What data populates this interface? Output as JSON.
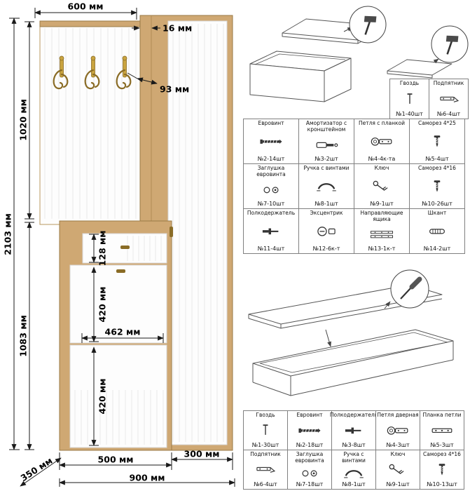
{
  "dimensions": {
    "top_width": "600 мм",
    "panel_thickness": "16 мм",
    "hook_offset": "93 мм",
    "total_height": "2103 мм",
    "upper_section_height": "1020 мм",
    "lower_section_height": "1083 мм",
    "drawer_height": "128 мм",
    "upper_door_height": "420 мм",
    "inner_width": "462 мм",
    "lower_door_height": "420 мм",
    "shoe_cabinet_width": "500 мм",
    "wardrobe_width": "300 мм",
    "total_width": "900 мм",
    "depth": "350 мм"
  },
  "colors": {
    "wood": "#cfa873",
    "wood_dark": "#9a7a45",
    "panel_white": "#fdfdfd",
    "brass": "#8a6c26",
    "table_border": "#808080"
  },
  "table1": {
    "rows": [
      [
        {
          "name": "Гвоздь",
          "count": "№1-40шт",
          "icon": "nail"
        },
        {
          "name": "Подпятник",
          "count": "№6-4шт",
          "icon": "footplate"
        }
      ],
      [
        {
          "name": "Евровинт",
          "count": "№2-14шт",
          "icon": "confirmat"
        },
        {
          "name": "Амортизатор с кронштейном",
          "count": "№3-2шт",
          "icon": "damper"
        },
        {
          "name": "Петля с планкой",
          "count": "№4-4к-та",
          "icon": "hinge"
        },
        {
          "name": "Саморез 4*25",
          "count": "№5-4шт",
          "icon": "screw"
        }
      ],
      [
        {
          "name": "Заглушка евровинта",
          "count": "№7-10шт",
          "icon": "cap"
        },
        {
          "name": "Ручка с винтами",
          "count": "№8-1шт",
          "icon": "handle"
        },
        {
          "name": "Ключ",
          "count": "№9-1шт",
          "icon": "key"
        },
        {
          "name": "Саморез 4*16",
          "count": "№10-26шт",
          "icon": "screw"
        }
      ],
      [
        {
          "name": "Полкодержатель",
          "count": "№11-4шт",
          "icon": "shelfpin"
        },
        {
          "name": "Эксцентрик",
          "count": "№12-6к-т",
          "icon": "cam"
        },
        {
          "name": "Направляющие ящика",
          "count": "№13-1к-т",
          "icon": "slides"
        },
        {
          "name": "Шкант",
          "count": "№14-2шт",
          "icon": "dowel"
        }
      ]
    ]
  },
  "table2": {
    "rows": [
      [
        {
          "name": "Гвоздь",
          "count": "№1-30шт",
          "icon": "nail"
        },
        {
          "name": "Евровинт",
          "count": "№2-18шт",
          "icon": "confirmat"
        },
        {
          "name": "Полкодержатель",
          "count": "№3-8шт",
          "icon": "shelfpin"
        },
        {
          "name": "Петля дверная",
          "count": "№4-3шт",
          "icon": "hinge"
        },
        {
          "name": "Планка петли",
          "count": "№5-3шт",
          "icon": "plate"
        }
      ],
      [
        {
          "name": "Подпятник",
          "count": "№6-4шт",
          "icon": "footplate"
        },
        {
          "name": "Заглушка евровинта",
          "count": "№7-18шт",
          "icon": "cap"
        },
        {
          "name": "Ручка с винтами",
          "count": "№8-1шт",
          "icon": "handle"
        },
        {
          "name": "Ключ",
          "count": "№9-1шт",
          "icon": "key"
        },
        {
          "name": "Саморез 4*16",
          "count": "№10-13шт",
          "icon": "screw"
        }
      ]
    ]
  }
}
